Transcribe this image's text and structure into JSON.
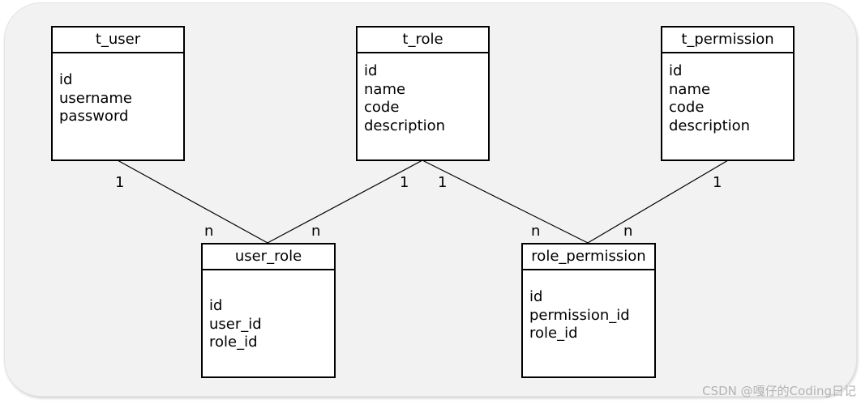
{
  "entities": {
    "t_user": {
      "title": "t_user",
      "fields": [
        "id",
        "username",
        "password"
      ]
    },
    "t_role": {
      "title": "t_role",
      "fields": [
        "id",
        "name",
        "code",
        "description"
      ]
    },
    "t_permission": {
      "title": "t_permission",
      "fields": [
        "id",
        "name",
        "code",
        "description"
      ]
    },
    "user_role": {
      "title": "user_role",
      "fields": [
        "id",
        "user_id",
        "role_id"
      ]
    },
    "role_permission": {
      "title": "role_permission",
      "fields": [
        "id",
        "permission_id",
        "role_id"
      ]
    }
  },
  "cardinalities": {
    "user_side_one": "1",
    "user_role_n_left": "n",
    "role_left_one": "1",
    "user_role_n_right": "n",
    "role_right_one": "1",
    "role_permission_n_left": "n",
    "permission_one": "1",
    "role_permission_n_right": "n"
  },
  "watermark": "CSDN @嘎仔的Coding日记"
}
